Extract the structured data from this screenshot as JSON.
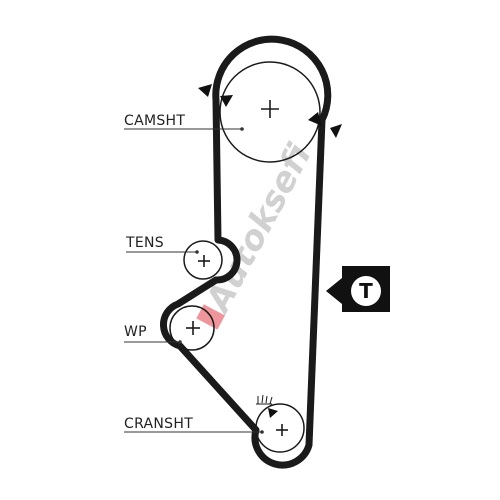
{
  "diagram": {
    "labels": {
      "camshaft": "CAMSHT",
      "tensioner": "TENS",
      "water_pump": "WP",
      "crankshaft": "CRANSHT"
    },
    "tension_marker": "T",
    "watermark": "Autoksefi",
    "colors": {
      "belt": "#1a1a1a",
      "marker_bg": "#111111",
      "marker_fg": "#ffffff",
      "text": "#222222",
      "watermark_gray": "#9a9a9a",
      "watermark_red": "#e2404a"
    }
  }
}
